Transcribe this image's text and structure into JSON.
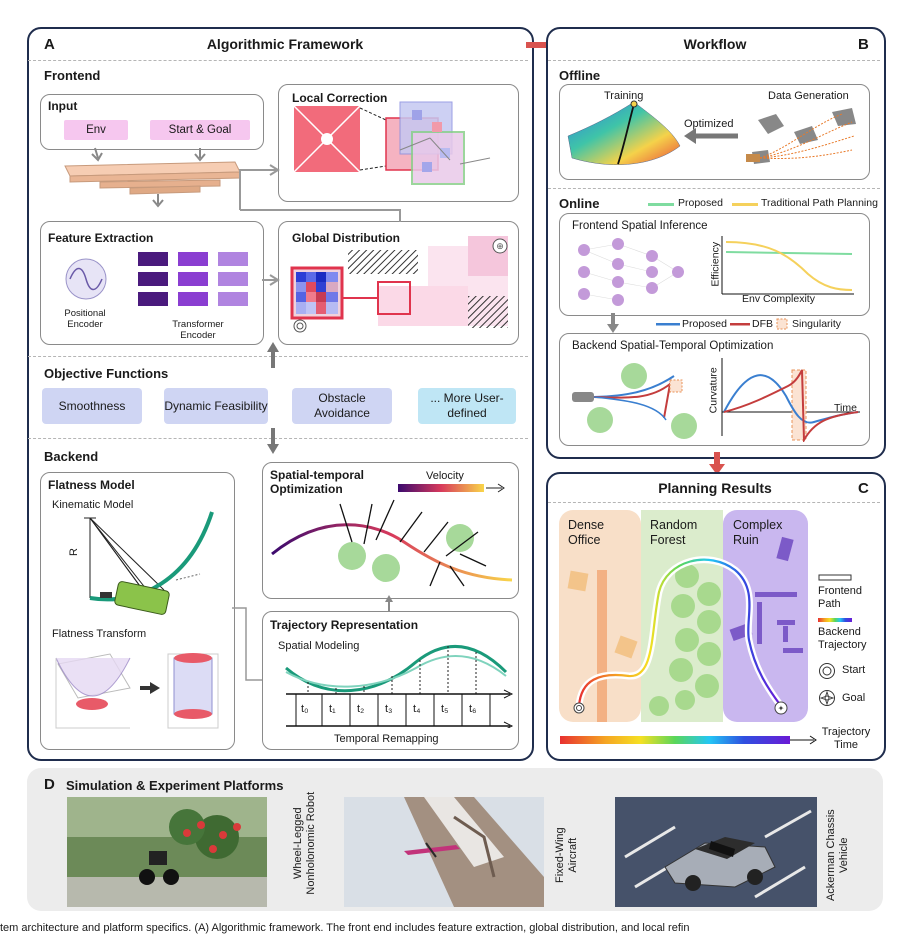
{
  "panelA": {
    "letter": "A",
    "title": "Algorithmic Framework",
    "frontend": "Frontend",
    "input": {
      "title": "Input",
      "env": "Env",
      "start_goal": "Start & Goal"
    },
    "local_correction": "Local Correction",
    "feature_extraction": {
      "title": "Feature Extraction",
      "positional": "Positional Encoder",
      "transformer": "Transformer Encoder"
    },
    "global_distribution": "Global Distribution",
    "objective_functions": {
      "title": "Objective Functions",
      "items": [
        "Smoothness",
        "Dynamic Feasibility",
        "Obstacle Avoidance",
        "... More User-defined"
      ]
    },
    "backend": "Backend",
    "flatness_model": {
      "title": "Flatness Model",
      "kinematic": "Kinematic Model",
      "r_label": "R",
      "transform": "Flatness Transform"
    },
    "st_optimization": {
      "title": "Spatial-temporal Optimization",
      "velocity": "Velocity"
    },
    "trajectory_representation": {
      "title": "Trajectory Representation",
      "spatial": "Spatial Modeling",
      "temporal": "Temporal Remapping",
      "ticks": [
        "t₀",
        "t₁",
        "t₂",
        "t₃",
        "t₄",
        "t₅",
        "t₆"
      ]
    }
  },
  "panelB": {
    "letter": "B",
    "title": "Workflow",
    "offline": "Offline",
    "training": "Training",
    "optimized": "Optimized",
    "data_generation": "Data Generation",
    "online": "Online",
    "legend1": {
      "proposed": "Proposed",
      "traditional": "Traditional Path Planning"
    },
    "frontend_inference": "Frontend Spatial Inference",
    "efficiency": "Efficiency",
    "env_complexity": "Env Complexity",
    "legend2": {
      "proposed": "Proposed",
      "dfb": "DFB",
      "singularity": "Singularity"
    },
    "backend_optimization": "Backend Spatial-Temporal Optimization",
    "curvature": "Curvature",
    "time": "Time"
  },
  "panelC": {
    "letter": "C",
    "title": "Planning Results",
    "zones": [
      "Dense Office",
      "Random Forest",
      "Complex Ruin"
    ],
    "legend": {
      "frontend": "Frontend Path",
      "backend": "Backend Trajectory",
      "start": "Start",
      "goal": "Goal"
    },
    "time_bar": "Trajectory Time"
  },
  "panelD": {
    "letter": "D",
    "title": "Simulation & Experiment Platforms",
    "platforms": [
      "Wheel-Legged Nonholonomic Robot",
      "Fixed-Wing Aircraft",
      "Ackerman Chassis Vehicle"
    ]
  },
  "caption": "tem architecture and platform specifics. (A) Algorithmic framework. The front end includes feature extraction, global distribution, and local refin",
  "colors": {
    "panel_border": "#1f2d4d",
    "arrow_red": "#d9534f",
    "proposed_green": "#7fdca0",
    "traditional_yellow": "#f5d15c",
    "dfb_red": "#c43d3d",
    "proposed_blue": "#3a7fd0"
  }
}
